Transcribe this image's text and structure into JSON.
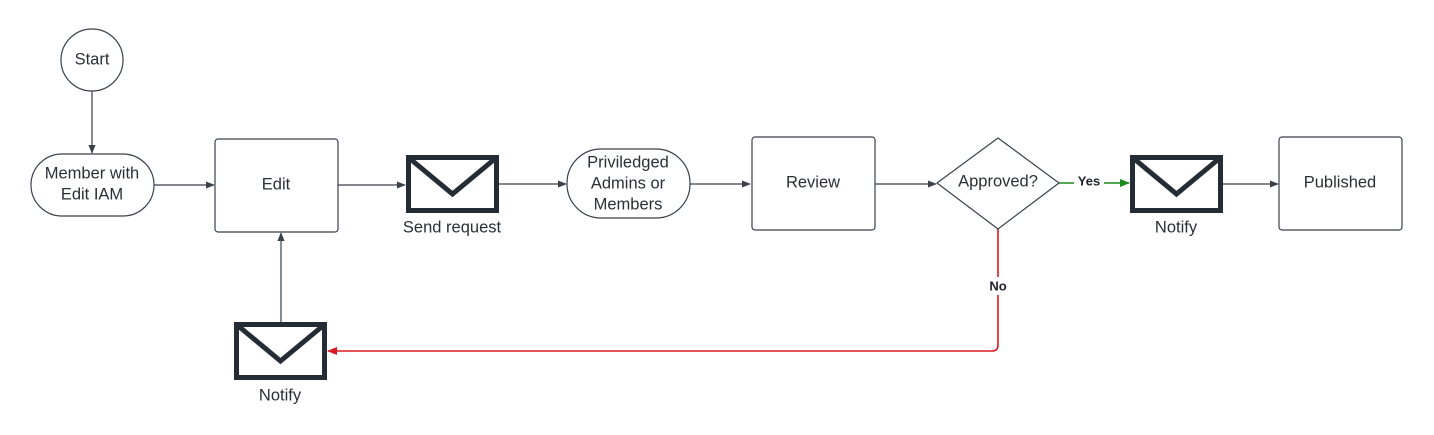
{
  "nodes": {
    "start": "Start",
    "member": [
      "Member with",
      "Edit IAM"
    ],
    "edit": "Edit",
    "send_request": "Send request",
    "privileged": [
      "Priviledged",
      "Admins or",
      "Members"
    ],
    "review": "Review",
    "approved": "Approved?",
    "notify_yes": "Notify",
    "published": "Published",
    "notify_no": "Notify"
  },
  "edges": {
    "yes_label": "Yes",
    "no_label": "No"
  },
  "colors": {
    "line": "#3a414a",
    "yes": "#1e8a1e",
    "no": "#d81b22",
    "icon": "#242c36"
  },
  "icons": {
    "send_request": "envelope-icon",
    "notify_yes": "envelope-icon",
    "notify_no": "envelope-icon"
  }
}
